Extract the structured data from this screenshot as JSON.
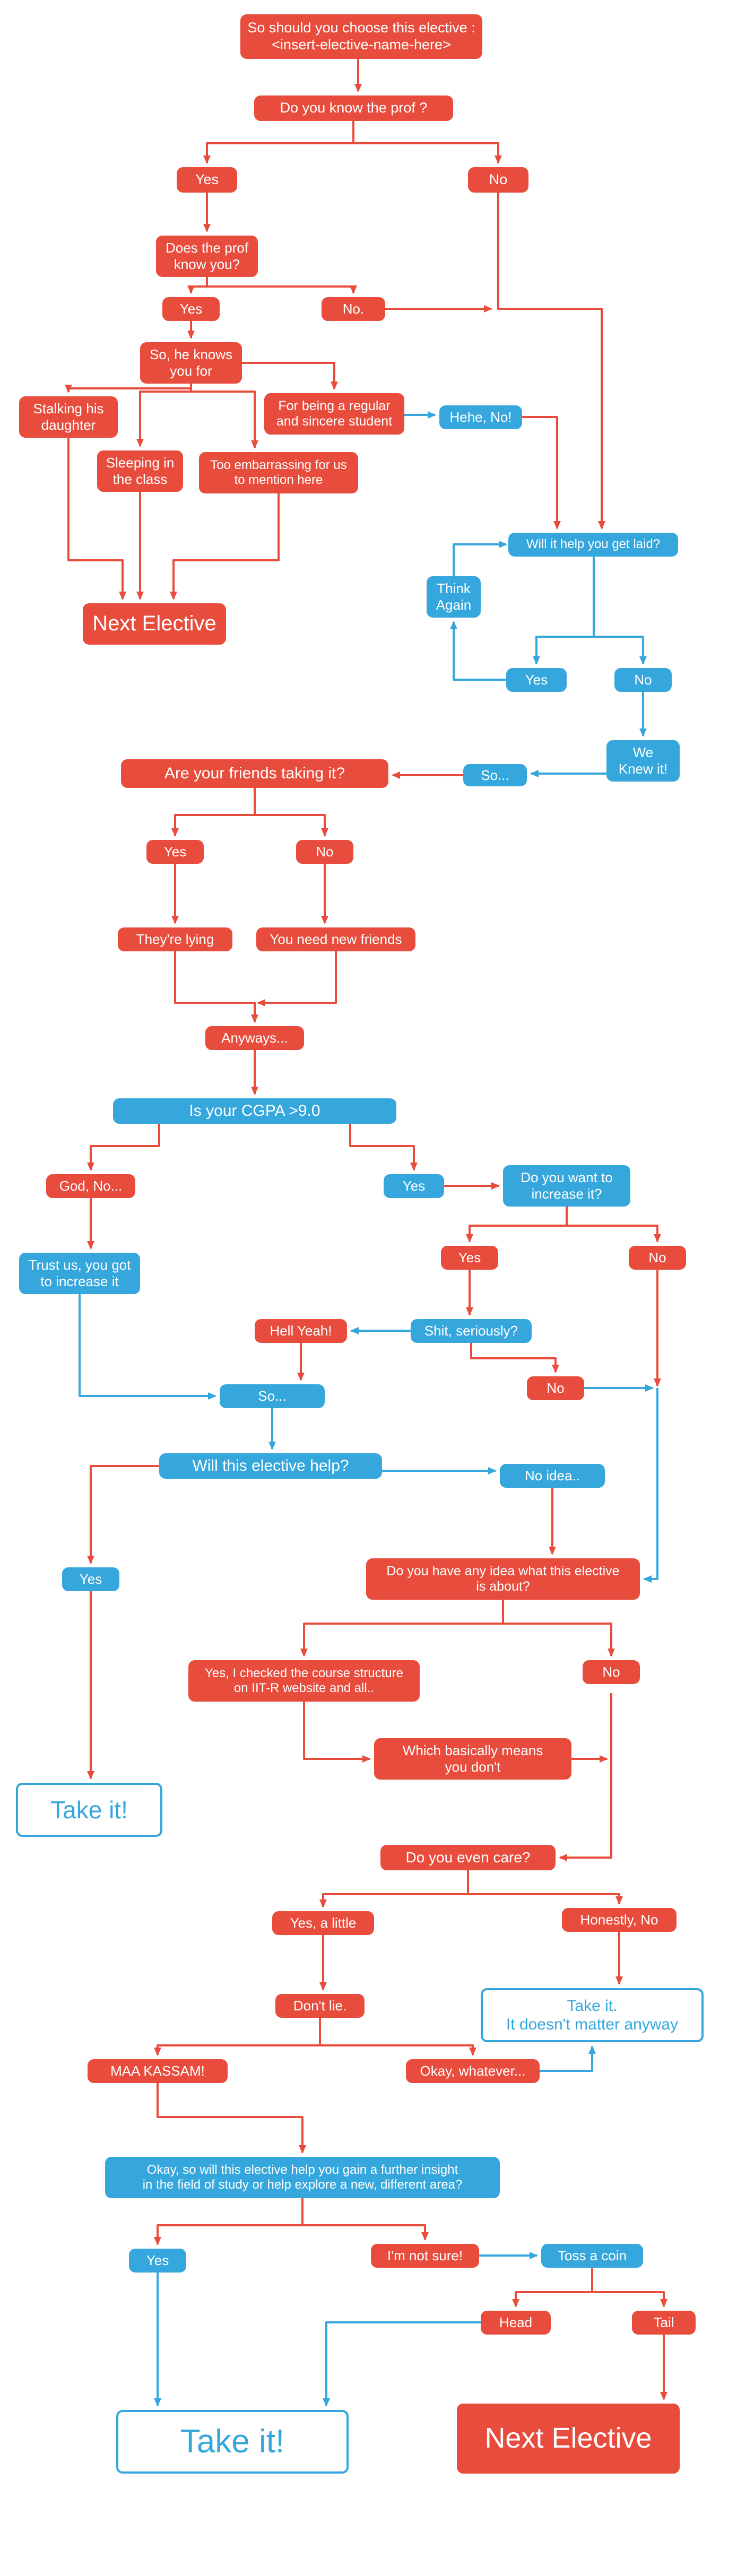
{
  "colors": {
    "red": "#E74C3C",
    "blue": "#35A7DC",
    "background": "#FFFFFF"
  },
  "nodes": {
    "title": {
      "label": "So should you choose this elective :\n<insert-elective-name-here>"
    },
    "know-prof": {
      "label": "Do you know the prof ?"
    },
    "kp-yes": {
      "label": "Yes"
    },
    "kp-no": {
      "label": "No"
    },
    "prof-know-you": {
      "label": "Does the prof\nknow you?"
    },
    "pky-yes": {
      "label": "Yes"
    },
    "pky-no": {
      "label": "No."
    },
    "knows-you-for": {
      "label": "So, he knows\nyou for"
    },
    "stalking": {
      "label": "Stalking his\ndaughter"
    },
    "regular": {
      "label": "For being a regular\nand sincere student"
    },
    "hehe-no": {
      "label": "Hehe, No!"
    },
    "sleeping": {
      "label": "Sleeping in\nthe class"
    },
    "embarrassing": {
      "label": "Too embarrassing for us\nto mention here"
    },
    "get-laid": {
      "label": "Will it help you get laid?"
    },
    "think-again": {
      "label": "Think\nAgain"
    },
    "next-elective-1": {
      "label": "Next Elective"
    },
    "gl-yes": {
      "label": "Yes"
    },
    "gl-no": {
      "label": "No"
    },
    "we-knew": {
      "label": "We\nKnew it!"
    },
    "so-1": {
      "label": "So..."
    },
    "friends": {
      "label": "Are your friends taking it?"
    },
    "fr-yes": {
      "label": "Yes"
    },
    "fr-no": {
      "label": "No"
    },
    "lying": {
      "label": "They're lying"
    },
    "new-friends": {
      "label": "You need new friends"
    },
    "anyways": {
      "label": "Anyways..."
    },
    "cgpa": {
      "label": "Is your CGPA >9.0"
    },
    "god-no": {
      "label": "God, No..."
    },
    "cgpa-yes": {
      "label": "Yes"
    },
    "increase": {
      "label": "Do you want to\nincrease it?"
    },
    "trust-us": {
      "label": "Trust us, you got\nto increase it"
    },
    "inc-yes": {
      "label": "Yes"
    },
    "inc-no": {
      "label": "No"
    },
    "hell-yeah": {
      "label": "Hell Yeah!"
    },
    "shit-seriously": {
      "label": "Shit, seriously?"
    },
    "ss-no": {
      "label": "No"
    },
    "so-2": {
      "label": "So..."
    },
    "elective-help": {
      "label": "Will this elective help?"
    },
    "no-idea": {
      "label": "No idea.."
    },
    "eh-yes": {
      "label": "Yes"
    },
    "any-idea": {
      "label": "Do you have any idea what this elective\nis about?"
    },
    "checked": {
      "label": "Yes, I checked the course structure\non IIT-R website and all.."
    },
    "ai-no": {
      "label": "No"
    },
    "basically": {
      "label": "Which basically means\nyou don't"
    },
    "take-it-1": {
      "label": "Take it!"
    },
    "care": {
      "label": "Do you even care?"
    },
    "care-yes": {
      "label": "Yes, a little"
    },
    "honestly-no": {
      "label": "Honestly, No"
    },
    "dont-lie": {
      "label": "Don't lie."
    },
    "take-it-2": {
      "label": "Take it.\nIt doesn't matter anyway"
    },
    "maa-kassam": {
      "label": "MAA KASSAM!"
    },
    "okay-whatever": {
      "label": "Okay, whatever..."
    },
    "big-question": {
      "label": "Okay, so will this elective help you gain a further insight\nin the field of study or help explore a new, different area?"
    },
    "bq-yes": {
      "label": "Yes"
    },
    "not-sure": {
      "label": "I'm not sure!"
    },
    "toss-coin": {
      "label": "Toss a coin"
    },
    "head": {
      "label": "Head"
    },
    "tail": {
      "label": "Tail"
    },
    "take-it-final": {
      "label": "Take it!"
    },
    "next-elective-final": {
      "label": "Next Elective"
    }
  }
}
